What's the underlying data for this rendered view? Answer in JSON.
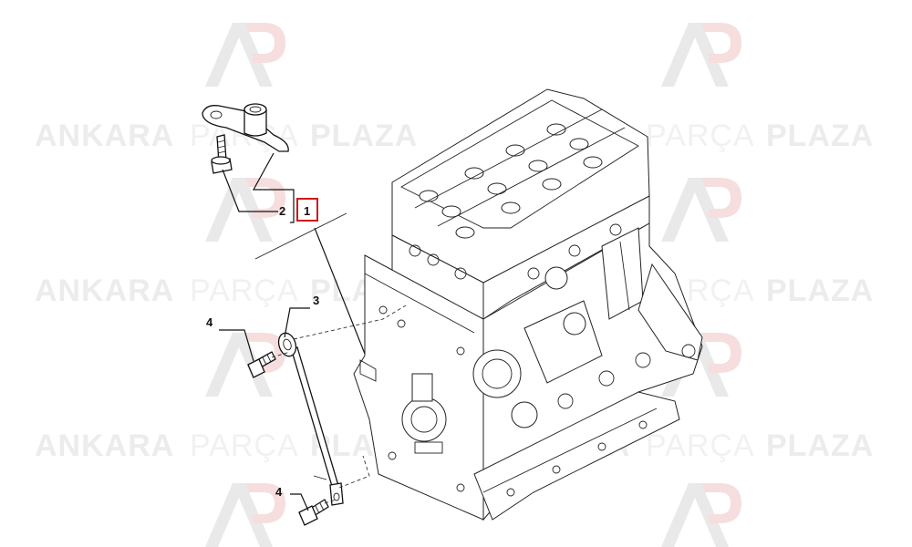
{
  "watermark": {
    "word1": "ANKARA",
    "word2": "PARÇA",
    "word3": "PLAZA",
    "colors": {
      "logo_gray": "#e6e6e6",
      "logo_red": "#f6dede",
      "text": "#ececec"
    }
  },
  "callouts": {
    "c1": "1",
    "c2": "2",
    "c3": "3",
    "c4a": "4",
    "c4b": "4"
  },
  "highlight_color": "#d01818"
}
